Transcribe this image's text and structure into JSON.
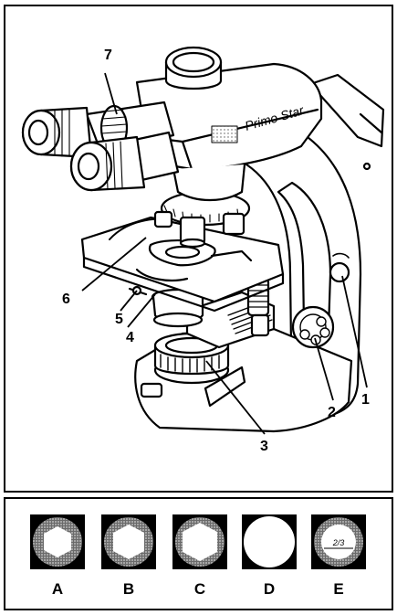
{
  "microscope": {
    "brand_text": "Primo Star",
    "callouts": [
      "1",
      "2",
      "3",
      "4",
      "5",
      "6",
      "7"
    ]
  },
  "aperture_panels": [
    {
      "label": "A",
      "shape": "hexagon-small"
    },
    {
      "label": "B",
      "shape": "hexagon-medium"
    },
    {
      "label": "C",
      "shape": "hexagon-large"
    },
    {
      "label": "D",
      "shape": "fully-open"
    },
    {
      "label": "E",
      "shape": "two-thirds",
      "inner_text": "2/3"
    }
  ]
}
